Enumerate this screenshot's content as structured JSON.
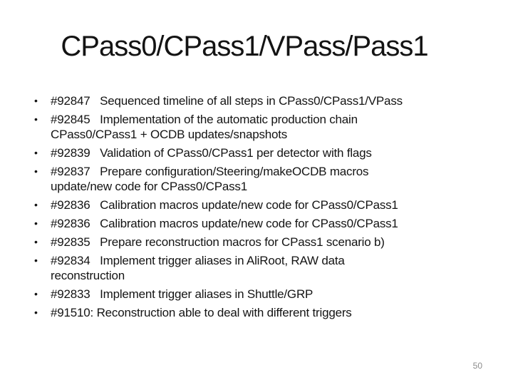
{
  "slide": {
    "title": "CPass0/CPass1/VPass/Pass1",
    "bullet_char": "•",
    "bullets": [
      {
        "text": "#92847   Sequenced timeline of all steps in CPass0/CPass1/VPass"
      },
      {
        "text": "#92845   Implementation of the automatic production chain\nCPass0/CPass1 + OCDB updates/snapshots"
      },
      {
        "text": "#92839   Validation of CPass0/CPass1 per detector with flags"
      },
      {
        "text": "#92837   Prepare configuration/Steering/makeOCDB macros\nupdate/new code for CPass0/CPass1"
      },
      {
        "text": "#92836   Calibration macros update/new code for CPass0/CPass1"
      },
      {
        "text": "#92836   Calibration macros update/new code for CPass0/CPass1"
      },
      {
        "text": "#92835   Prepare reconstruction macros for CPass1 scenario b)"
      },
      {
        "text": "#92834   Implement trigger aliases in AliRoot, RAW data\nreconstruction"
      },
      {
        "text": "#92833   Implement trigger aliases in Shuttle/GRP"
      },
      {
        "text": "#91510: Reconstruction able to deal with different triggers"
      }
    ],
    "page_number": "50",
    "colors": {
      "background": "#ffffff",
      "text": "#141414",
      "page_number": "#8c8c8c"
    }
  }
}
